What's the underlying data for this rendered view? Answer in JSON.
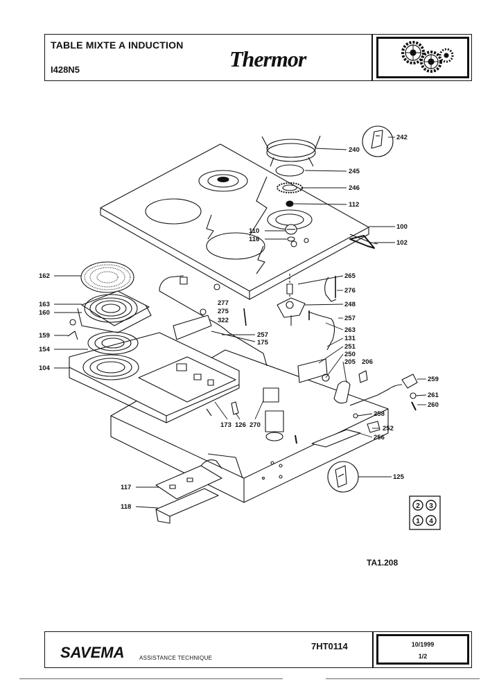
{
  "header": {
    "title": "TABLE MIXTE A INDUCTION",
    "model": "I428N5",
    "brand": "Thermor"
  },
  "diagram": {
    "parts": [
      {
        "id": "242",
        "label": "242"
      },
      {
        "id": "240",
        "label": "240"
      },
      {
        "id": "245",
        "label": "245"
      },
      {
        "id": "246",
        "label": "246"
      },
      {
        "id": "112",
        "label": "112"
      },
      {
        "id": "100",
        "label": "100"
      },
      {
        "id": "110",
        "label": "110"
      },
      {
        "id": "116",
        "label": "116"
      },
      {
        "id": "102",
        "label": "102"
      },
      {
        "id": "162",
        "label": "162"
      },
      {
        "id": "265",
        "label": "265"
      },
      {
        "id": "276",
        "label": "276"
      },
      {
        "id": "277",
        "label": "277"
      },
      {
        "id": "275",
        "label": "275"
      },
      {
        "id": "322",
        "label": "322"
      },
      {
        "id": "163",
        "label": "163"
      },
      {
        "id": "160",
        "label": "160"
      },
      {
        "id": "248",
        "label": "248"
      },
      {
        "id": "257a",
        "label": "257"
      },
      {
        "id": "263",
        "label": "263"
      },
      {
        "id": "257b",
        "label": "257"
      },
      {
        "id": "175",
        "label": "175"
      },
      {
        "id": "159",
        "label": "159"
      },
      {
        "id": "131",
        "label": "131"
      },
      {
        "id": "251",
        "label": "251"
      },
      {
        "id": "154",
        "label": "154"
      },
      {
        "id": "250",
        "label": "250"
      },
      {
        "id": "205",
        "label": "205"
      },
      {
        "id": "206",
        "label": "206"
      },
      {
        "id": "104",
        "label": "104"
      },
      {
        "id": "259",
        "label": "259"
      },
      {
        "id": "261",
        "label": "261"
      },
      {
        "id": "260",
        "label": "260"
      },
      {
        "id": "258",
        "label": "258"
      },
      {
        "id": "173",
        "label": "173"
      },
      {
        "id": "126",
        "label": "126"
      },
      {
        "id": "270",
        "label": "270"
      },
      {
        "id": "252",
        "label": "252"
      },
      {
        "id": "256",
        "label": "256"
      },
      {
        "id": "125",
        "label": "125"
      },
      {
        "id": "117",
        "label": "117"
      },
      {
        "id": "118",
        "label": "118"
      }
    ],
    "burner_positions": [
      "2",
      "3",
      "1",
      "4"
    ],
    "reference": "TA1.208"
  },
  "footer": {
    "company": "SAVEMA",
    "subtitle": "ASSISTANCE TECHNIQUE",
    "doc_number": "7HT0114",
    "date": "10/1999",
    "page": "1/2"
  }
}
